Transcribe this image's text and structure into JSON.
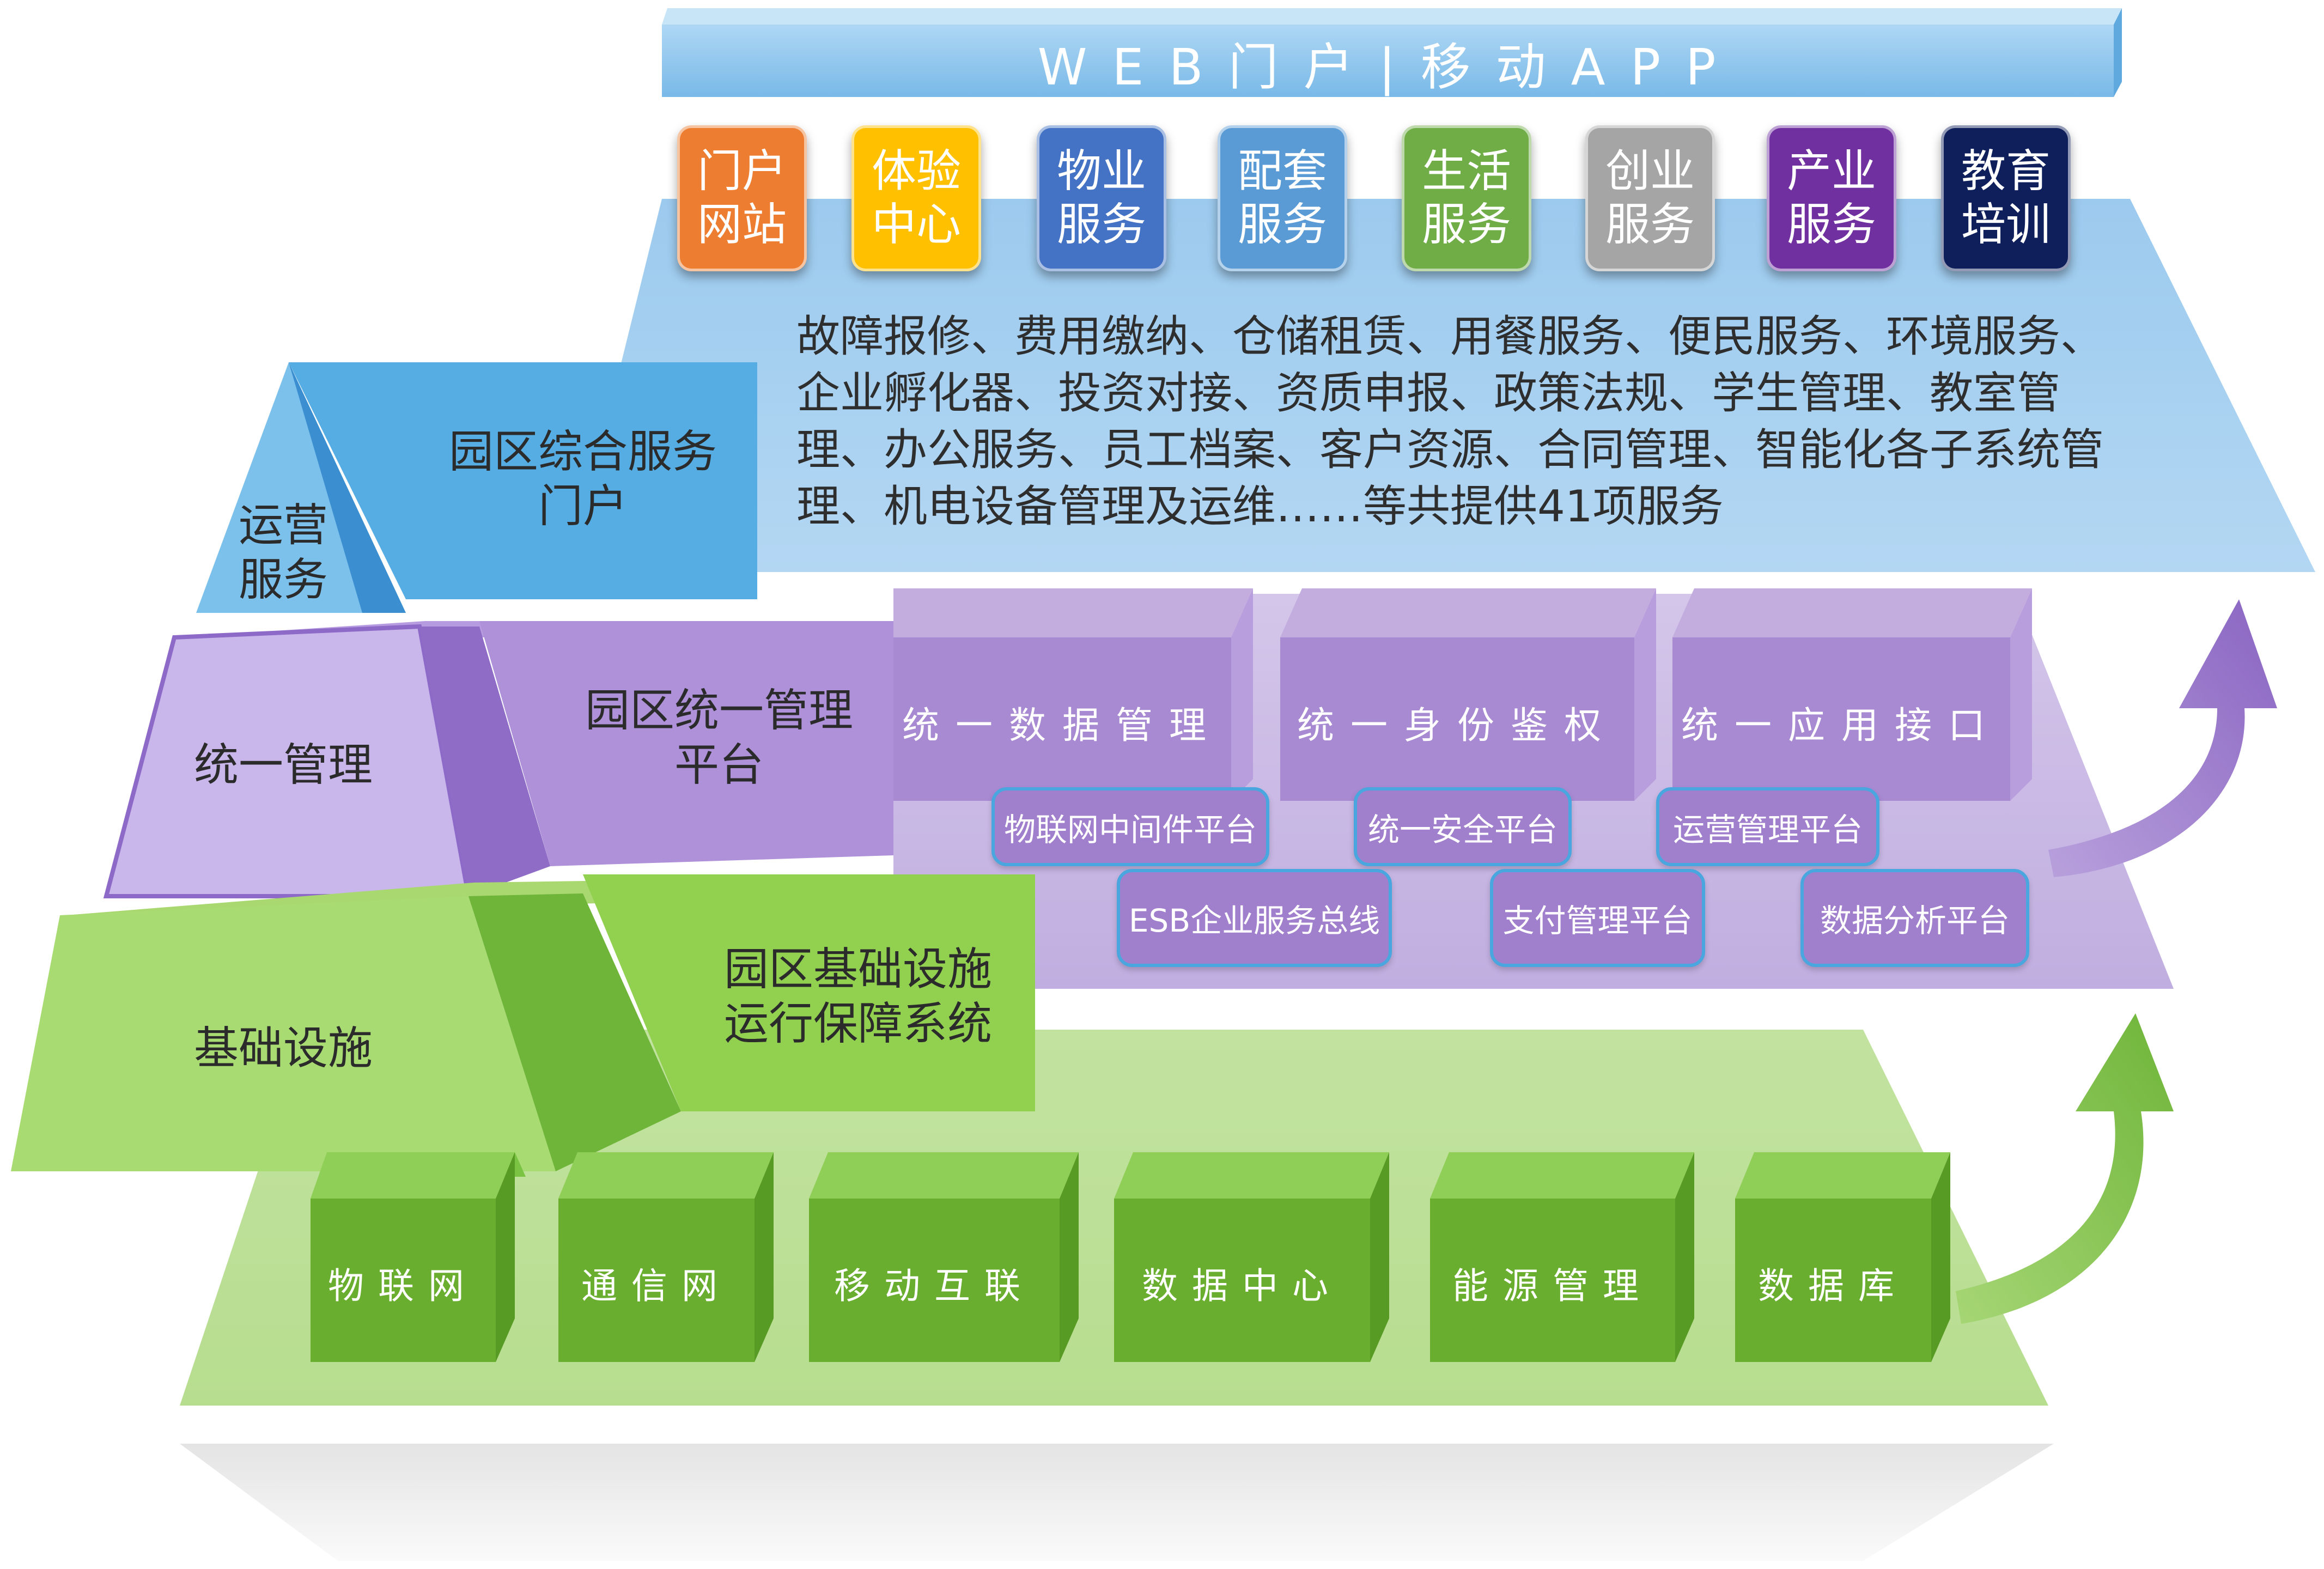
{
  "banner": {
    "text": "WEB门户|移动APP"
  },
  "tiles": [
    {
      "label": "门户\n网站",
      "color": "#ed7d31"
    },
    {
      "label": "体验\n中心",
      "color": "#ffc000"
    },
    {
      "label": "物业\n服务",
      "color": "#4472c4"
    },
    {
      "label": "配套\n服务",
      "color": "#5b9bd5"
    },
    {
      "label": "生活\n服务",
      "color": "#70ad47"
    },
    {
      "label": "创业\n服务",
      "color": "#a5a5a5"
    },
    {
      "label": "产业\n服务",
      "color": "#7030a0"
    },
    {
      "label": "教育\n培训",
      "color": "#0f1f5c"
    }
  ],
  "services_description": "故障报修、费用缴纳、仓储租赁、用餐服务、便民服务、环境服务、企业孵化器、投资对接、资质申报、政策法规、学生管理、教室管理、办公服务、员工档案、客户资源、合同管理、智能化各子系统管理、机电设备管理及运维……等共提供41项服务",
  "layers": {
    "operations": {
      "side_label": "运营\n服务",
      "title": "园区综合服务\n门户",
      "color": "#5aace0"
    },
    "management": {
      "side_label": "统一管理",
      "title": "园区统一管理\n平台",
      "color": "#a88bd1",
      "unified_boxes": [
        "统一数据管理",
        "统一身份鉴权",
        "统一应用接口"
      ],
      "platforms_row1": [
        "物联网中间件平台",
        "统一安全平台",
        "运营管理平台"
      ],
      "platforms_row2": [
        "ESB企业服务总线",
        "支付管理平台",
        "数据分析平台"
      ]
    },
    "infrastructure": {
      "side_label": "基础设施",
      "title": "园区基础设施\n运行保障系统",
      "color": "#92d050",
      "cubes": [
        "物联网",
        "通信网",
        "移动互联",
        "数据中心",
        "能源管理",
        "数据库"
      ]
    }
  }
}
